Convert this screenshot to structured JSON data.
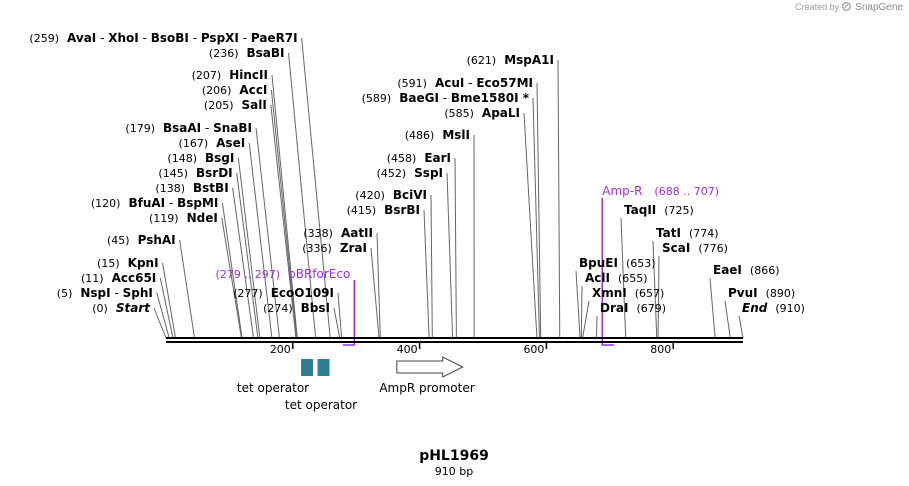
{
  "credit": {
    "created_by": "Created by",
    "brand": "SnapGene"
  },
  "plasmid": {
    "name": "pHL1969",
    "length": "910 bp",
    "total": 910
  },
  "colors": {
    "label": "#000000",
    "leader": "#666666",
    "primer": "#9b30d9",
    "feature": "#2f7f93",
    "backbone": "#000000",
    "arrow_stroke": "#444444"
  },
  "ruler": {
    "ticks": [
      {
        "pos": 200,
        "label": "200"
      },
      {
        "pos": 400,
        "label": "400"
      },
      {
        "pos": 600,
        "label": "600"
      },
      {
        "pos": 800,
        "label": "800"
      }
    ]
  },
  "sites": [
    {
      "id": "start",
      "coord": "(0)",
      "enzymes": [
        "Start"
      ],
      "italic": true,
      "pos": 0
    },
    {
      "id": "nspi",
      "coord": "(5)",
      "enzymes": [
        "NspI",
        "SphI"
      ],
      "pos": 5
    },
    {
      "id": "acc65i",
      "coord": "(11)",
      "enzymes": [
        "Acc65I"
      ],
      "pos": 11
    },
    {
      "id": "kpni",
      "coord": "(15)",
      "enzymes": [
        "KpnI"
      ],
      "pos": 15
    },
    {
      "id": "pshai",
      "coord": "(45)",
      "enzymes": [
        "PshAI"
      ],
      "pos": 45
    },
    {
      "id": "ndei",
      "coord": "(119)",
      "enzymes": [
        "NdeI"
      ],
      "pos": 119
    },
    {
      "id": "bfuai",
      "coord": "(120)",
      "enzymes": [
        "BfuAI",
        "BspMI"
      ],
      "pos": 120
    },
    {
      "id": "bstbi",
      "coord": "(138)",
      "enzymes": [
        "BstBI"
      ],
      "pos": 138
    },
    {
      "id": "bsrdi",
      "coord": "(145)",
      "enzymes": [
        "BsrDI"
      ],
      "pos": 145
    },
    {
      "id": "bsgi",
      "coord": "(148)",
      "enzymes": [
        "BsgI"
      ],
      "pos": 148
    },
    {
      "id": "asei",
      "coord": "(167)",
      "enzymes": [
        "AseI"
      ],
      "pos": 167
    },
    {
      "id": "bsaai",
      "coord": "(179)",
      "enzymes": [
        "BsaAI",
        "SnaBI"
      ],
      "pos": 179
    },
    {
      "id": "sali",
      "coord": "(205)",
      "enzymes": [
        "SalI"
      ],
      "pos": 205
    },
    {
      "id": "acci",
      "coord": "(206)",
      "enzymes": [
        "AccI"
      ],
      "pos": 206
    },
    {
      "id": "hincii",
      "coord": "(207)",
      "enzymes": [
        "HincII"
      ],
      "pos": 207
    },
    {
      "id": "bsabi",
      "coord": "(236)",
      "enzymes": [
        "BsaBI"
      ],
      "pos": 236
    },
    {
      "id": "avai",
      "coord": "(259)",
      "enzymes": [
        "AvaI",
        "XhoI",
        "BsoBI",
        "PspXI",
        "PaeR7I"
      ],
      "pos": 259
    },
    {
      "id": "bbsi",
      "coord": "(274)",
      "enzymes": [
        "BbsI"
      ],
      "pos": 274
    },
    {
      "id": "ecoo109i",
      "coord": "(277)",
      "enzymes": [
        "EcoO109I"
      ],
      "pos": 277
    },
    {
      "id": "zrai",
      "coord": "(336)",
      "enzymes": [
        "ZraI"
      ],
      "pos": 336
    },
    {
      "id": "aatii",
      "coord": "(338)",
      "enzymes": [
        "AatII"
      ],
      "pos": 338
    },
    {
      "id": "bsrbi",
      "coord": "(415)",
      "enzymes": [
        "BsrBI"
      ],
      "pos": 415
    },
    {
      "id": "bcivi",
      "coord": "(420)",
      "enzymes": [
        "BciVI"
      ],
      "pos": 420
    },
    {
      "id": "sspi",
      "coord": "(452)",
      "enzymes": [
        "SspI"
      ],
      "pos": 452
    },
    {
      "id": "eari",
      "coord": "(458)",
      "enzymes": [
        "EarI"
      ],
      "pos": 458
    },
    {
      "id": "msli",
      "coord": "(486)",
      "enzymes": [
        "MslI"
      ],
      "pos": 486
    },
    {
      "id": "apali",
      "coord": "(585)",
      "enzymes": [
        "ApaLI"
      ],
      "pos": 585
    },
    {
      "id": "baegi",
      "coord": "(589)",
      "enzymes": [
        "BaeGI",
        "Bme1580I *"
      ],
      "pos": 589
    },
    {
      "id": "acui",
      "coord": "(591)",
      "enzymes": [
        "AcuI",
        "Eco57MI"
      ],
      "pos": 591
    },
    {
      "id": "mspa1i",
      "coord": "(621)",
      "enzymes": [
        "MspA1I"
      ],
      "pos": 621
    },
    {
      "id": "bpuei",
      "coord": "(653)",
      "enzymes": [
        "BpuEI"
      ],
      "pos": 653,
      "side": "right"
    },
    {
      "id": "acli",
      "coord": "(655)",
      "enzymes": [
        "AclI"
      ],
      "pos": 655,
      "side": "right"
    },
    {
      "id": "xmni",
      "coord": "(657)",
      "enzymes": [
        "XmnI"
      ],
      "pos": 657,
      "side": "right"
    },
    {
      "id": "drai",
      "coord": "(679)",
      "enzymes": [
        "DraI"
      ],
      "pos": 679,
      "side": "right"
    },
    {
      "id": "taqii",
      "coord": "(725)",
      "enzymes": [
        "TaqII"
      ],
      "pos": 725,
      "side": "right"
    },
    {
      "id": "tati",
      "coord": "(774)",
      "enzymes": [
        "TatI"
      ],
      "pos": 774,
      "side": "right"
    },
    {
      "id": "scai",
      "coord": "(776)",
      "enzymes": [
        "ScaI"
      ],
      "pos": 776,
      "side": "right"
    },
    {
      "id": "eaei",
      "coord": "(866)",
      "enzymes": [
        "EaeI"
      ],
      "pos": 866,
      "side": "right"
    },
    {
      "id": "pvui",
      "coord": "(890)",
      "enzymes": [
        "PvuI"
      ],
      "pos": 890,
      "side": "right"
    },
    {
      "id": "end",
      "coord": "(910)",
      "enzymes": [
        "End"
      ],
      "italic": true,
      "pos": 910,
      "side": "right"
    }
  ],
  "primers": [
    {
      "id": "pbrforeco",
      "name": "pBRforEco",
      "coord": "(279 .. 297)",
      "start": 279,
      "end": 297,
      "direction": "forward"
    },
    {
      "id": "amp-r",
      "name": "Amp-R",
      "coord": "(688 .. 707)",
      "start": 688,
      "end": 707,
      "direction": "reverse"
    }
  ],
  "features": [
    {
      "id": "tet-operator-1",
      "name": "tet operator",
      "start": 213,
      "end": 231,
      "type": "protein-bind"
    },
    {
      "id": "tet-operator-2",
      "name": "tet operator",
      "start": 239,
      "end": 257,
      "type": "protein-bind"
    },
    {
      "id": "ampr-promoter",
      "name": "AmpR promoter",
      "start": 364,
      "end": 468,
      "type": "promoter"
    }
  ]
}
